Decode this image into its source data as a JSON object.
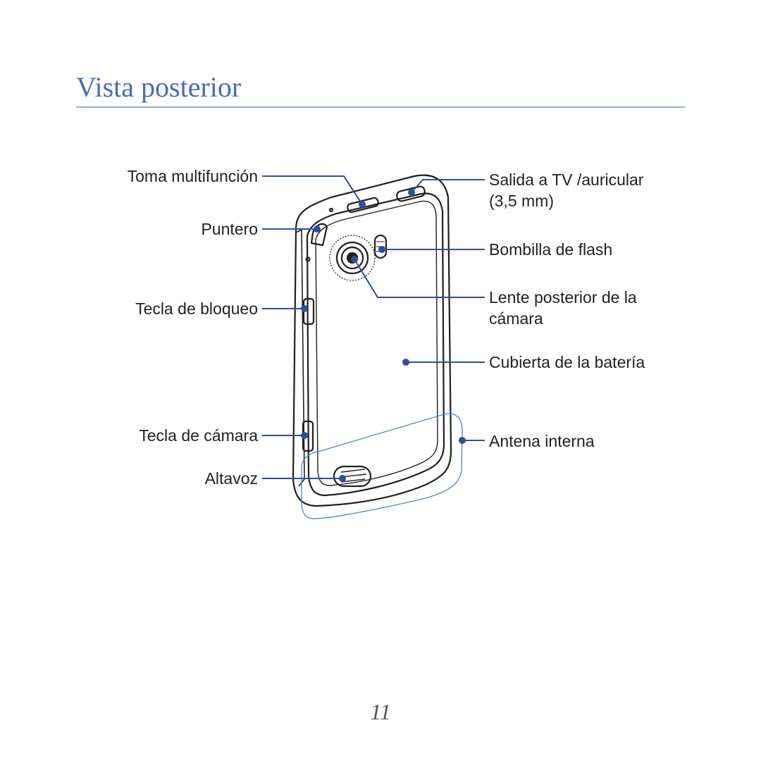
{
  "page": {
    "title": "Vista posterior",
    "page_number": "11"
  },
  "labels": {
    "multifunction_jack": "Toma multifunción",
    "stylus": "Puntero",
    "lock_key": "Tecla de bloqueo",
    "camera_key": "Tecla de cámara",
    "speaker": "Altavoz",
    "tv_out_line1": "Salida a TV /auricular",
    "tv_out_line2": "(3,5 mm)",
    "flash": "Bombilla de flash",
    "rear_lens_line1": "Lente posterior de la",
    "rear_lens_line2": "cámara",
    "battery_cover": "Cubierta de la batería",
    "antenna": "Antena interna"
  },
  "colors": {
    "title": "#4a6cb3",
    "callout": "#2f4ea2",
    "phone_outline": "#231f20"
  }
}
